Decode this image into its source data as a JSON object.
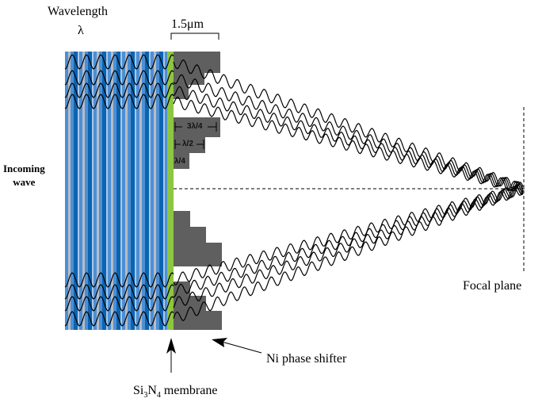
{
  "labels": {
    "wavelength": "Wavelength",
    "lambda": "λ",
    "thickness": "1.5μm",
    "incoming_line1": "Incoming",
    "incoming_line2": "wave",
    "focal_plane": "Focal plane",
    "phase_shifter": "Ni phase shifter",
    "membrane_prefix": "Si",
    "membrane_sub1": "3",
    "membrane_mid": "N",
    "membrane_sub2": "4",
    "membrane_suffix": " membrane"
  },
  "step_labels": [
    "3λ/4",
    "λ/2",
    "λ/4"
  ],
  "colors": {
    "green_membrane": "#8dc63f",
    "phase_shifter_gray": "#5f5f5f",
    "blue_dark": "#0b64b0",
    "blue_mid": "#4d8fd4",
    "blue_light": "#a9c8ec",
    "stripe_gray": "#b8bcc4",
    "wave_line": "#000000"
  }
}
